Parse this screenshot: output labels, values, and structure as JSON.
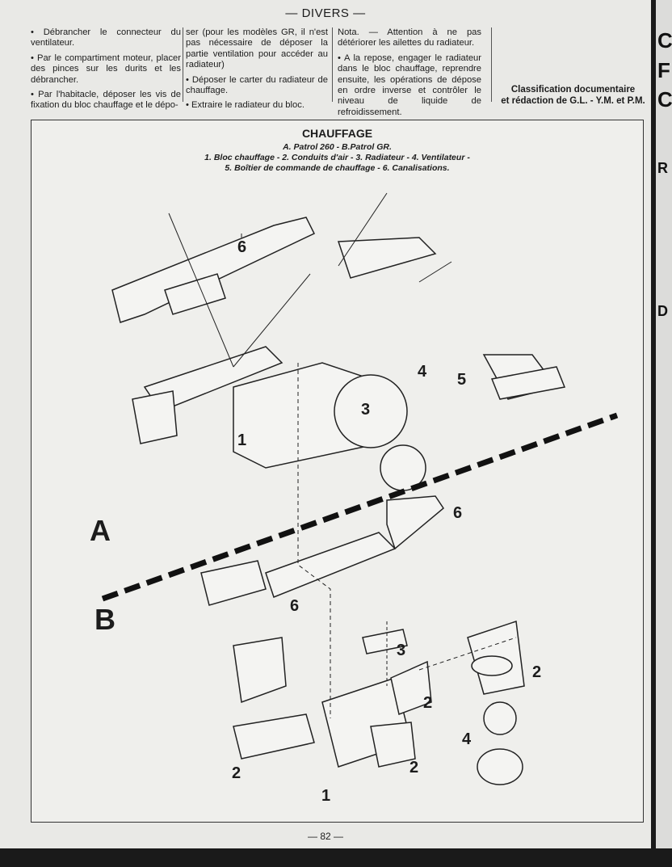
{
  "header": "— DIVERS —",
  "columns": [
    [
      "• Débrancher le connecteur du ventilateur.",
      "• Par le compartiment moteur, placer des pinces sur les durits et les débrancher.",
      "• Par l'habitacle, déposer les vis de fixation du bloc chauffage et le dépo-"
    ],
    [
      "ser (pour les modèles GR, il n'est pas nécessaire de déposer la partie ventilation pour accéder au radiateur)",
      "• Déposer le carter du radiateur de chauffage.",
      "• Extraire le radiateur du bloc."
    ],
    [
      "Nota. — Attention à ne pas détériorer les ailettes du radiateur.",
      "• A la repose, engager le radiateur dans le bloc chauffage, reprendre ensuite, les opérations de dépose en ordre inverse et contrôler le niveau de liquide de refroidissement."
    ]
  ],
  "credit": [
    "Classification documentaire",
    "et rédaction de G.L. - Y.M. et P.M."
  ],
  "figure": {
    "title": "CHAUFFAGE",
    "subtitle": "A. Patrol 260 - B.Patrol GR.",
    "legend_line1": "1. Bloc chauffage - 2. Conduits d'air - 3. Radiateur - 4. Ventilateur -",
    "legend_line2": "5. Boîtier de commande de chauffage - 6. Canalisations.",
    "labels": {
      "a": "A",
      "b": "B",
      "a6": "6",
      "a5": "5",
      "a4": "4",
      "a3": "3",
      "a1": "1",
      "b6a": "6",
      "b6b": "6",
      "b3": "3",
      "b2a": "2",
      "b2b": "2",
      "b2c": "2",
      "b2d": "2",
      "b4": "4",
      "b1": "1"
    }
  },
  "page_number": "— 82 —",
  "next_page_letters": [
    "C",
    "F",
    "C",
    "R",
    "D"
  ]
}
